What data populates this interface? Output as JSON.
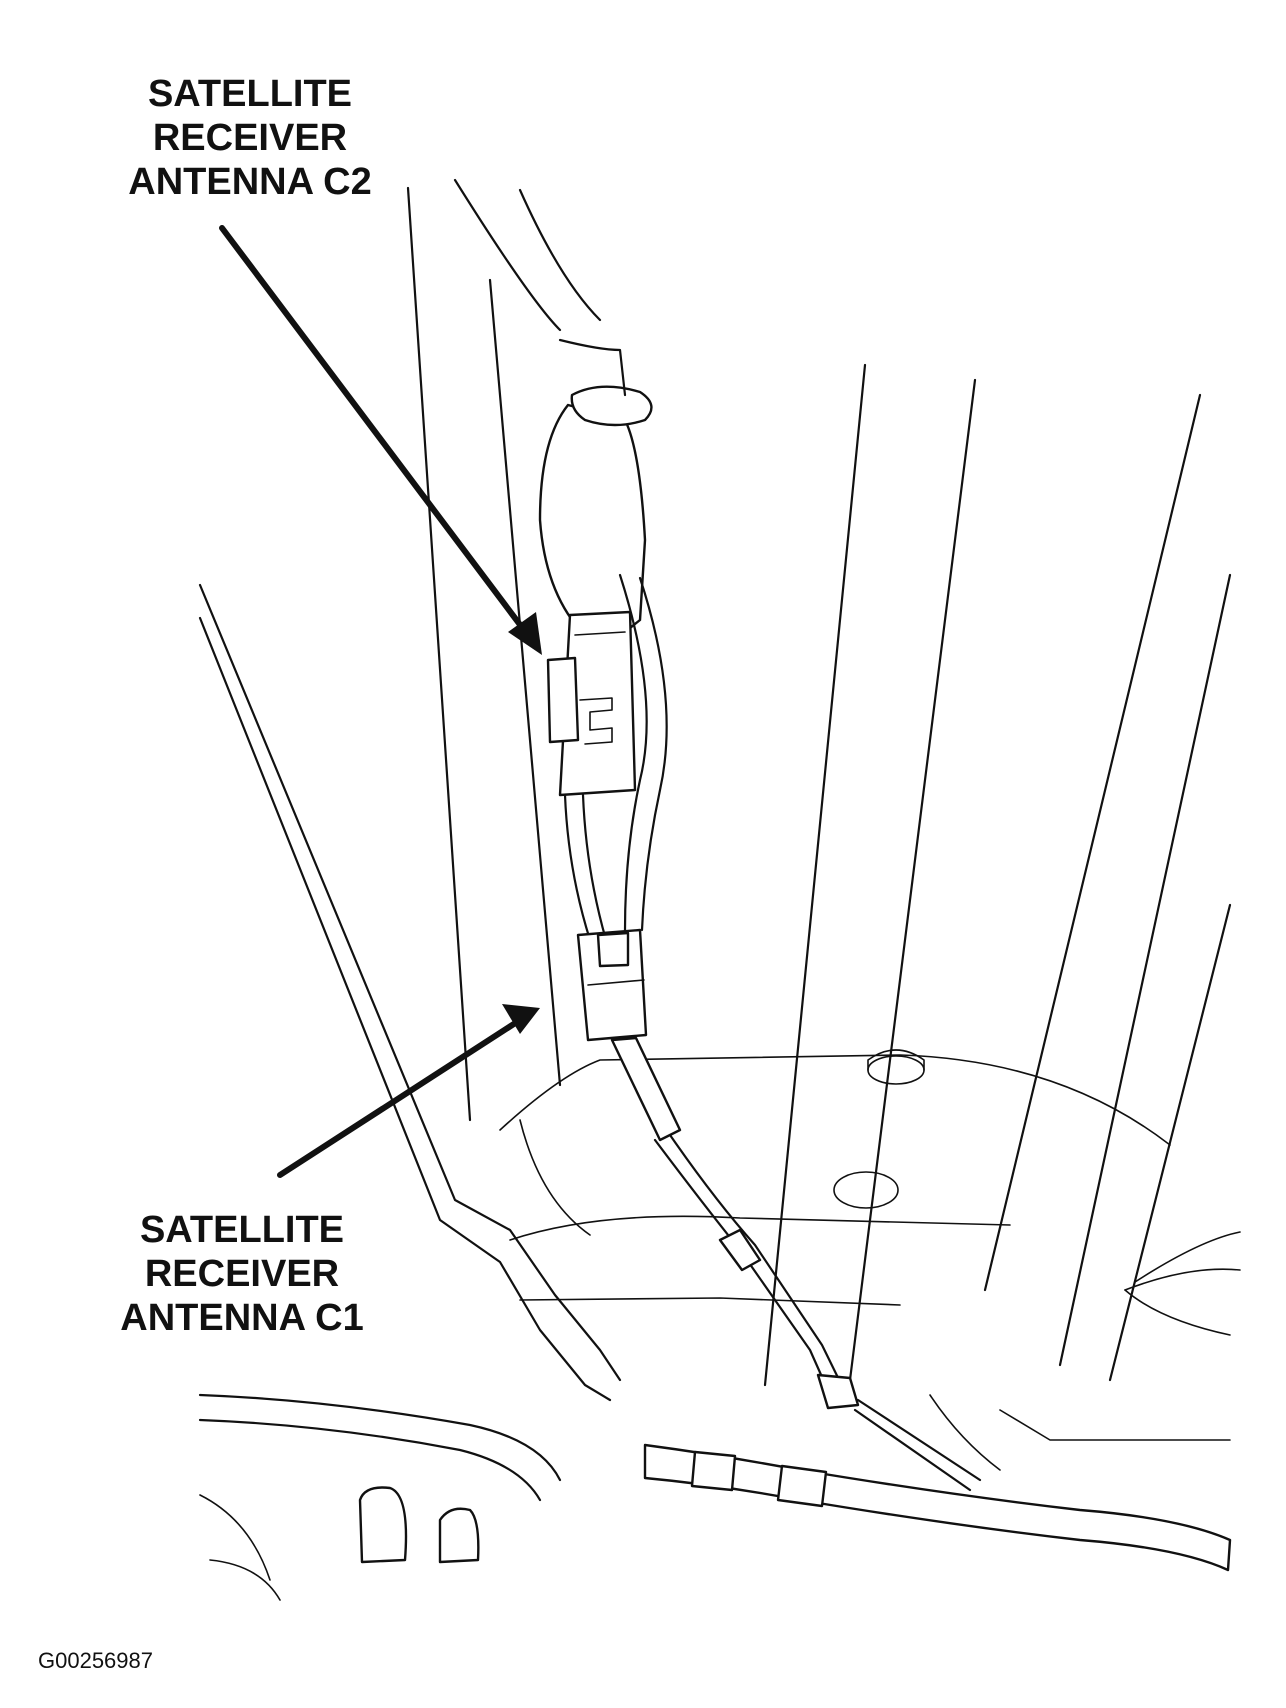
{
  "callouts": {
    "c2": {
      "line1": "SATELLITE",
      "line2": "RECEIVER",
      "line3": "ANTENNA C2"
    },
    "c1": {
      "line1": "SATELLITE",
      "line2": "RECEIVER",
      "line3": "ANTENNA C1"
    }
  },
  "figure_id": "G00256987",
  "colors": {
    "ink": "#111111",
    "background": "#ffffff"
  }
}
